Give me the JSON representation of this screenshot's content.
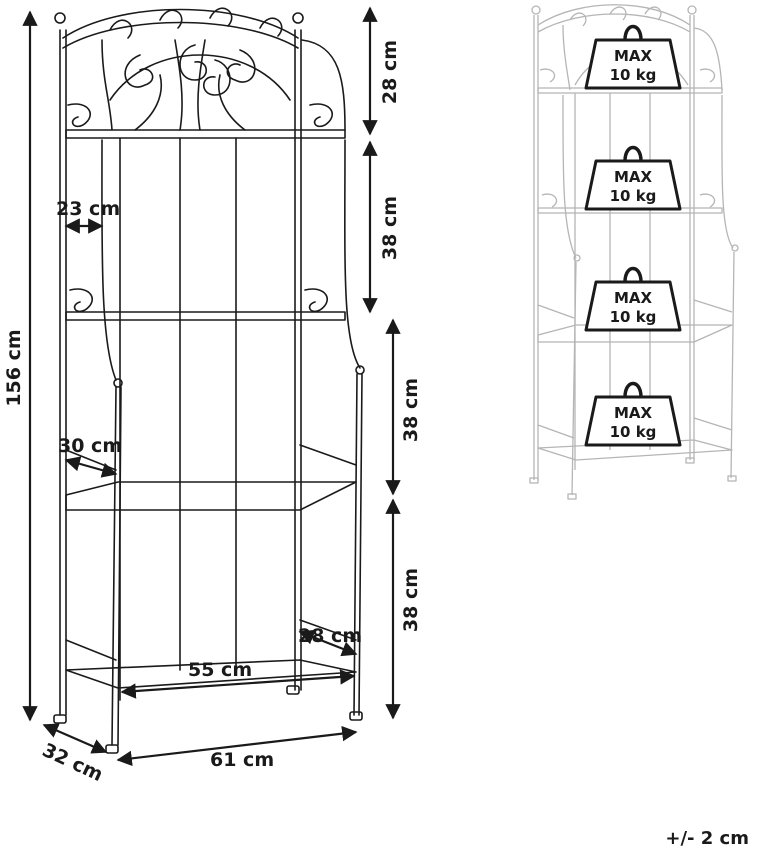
{
  "dimensions": {
    "total_height": "156 cm",
    "top_section": "28 cm",
    "section_2": "38 cm",
    "section_3": "38 cm",
    "section_4": "38 cm",
    "top_shelf_depth": "23 cm",
    "mid_shelf_depth": "30 cm",
    "bottom_shelf_depth": "28 cm",
    "inner_width": "55 cm",
    "total_width": "61 cm",
    "total_depth": "32 cm"
  },
  "load_labels": [
    {
      "max": "MAX",
      "weight": "10 kg"
    },
    {
      "max": "MAX",
      "weight": "10 kg"
    },
    {
      "max": "MAX",
      "weight": "10 kg"
    },
    {
      "max": "MAX",
      "weight": "10 kg"
    }
  ],
  "tolerance": "+/- 2 cm",
  "colors": {
    "line": "#1a1a1a",
    "faint": "#b5b5b5",
    "weight_fill": "#ffffff"
  }
}
